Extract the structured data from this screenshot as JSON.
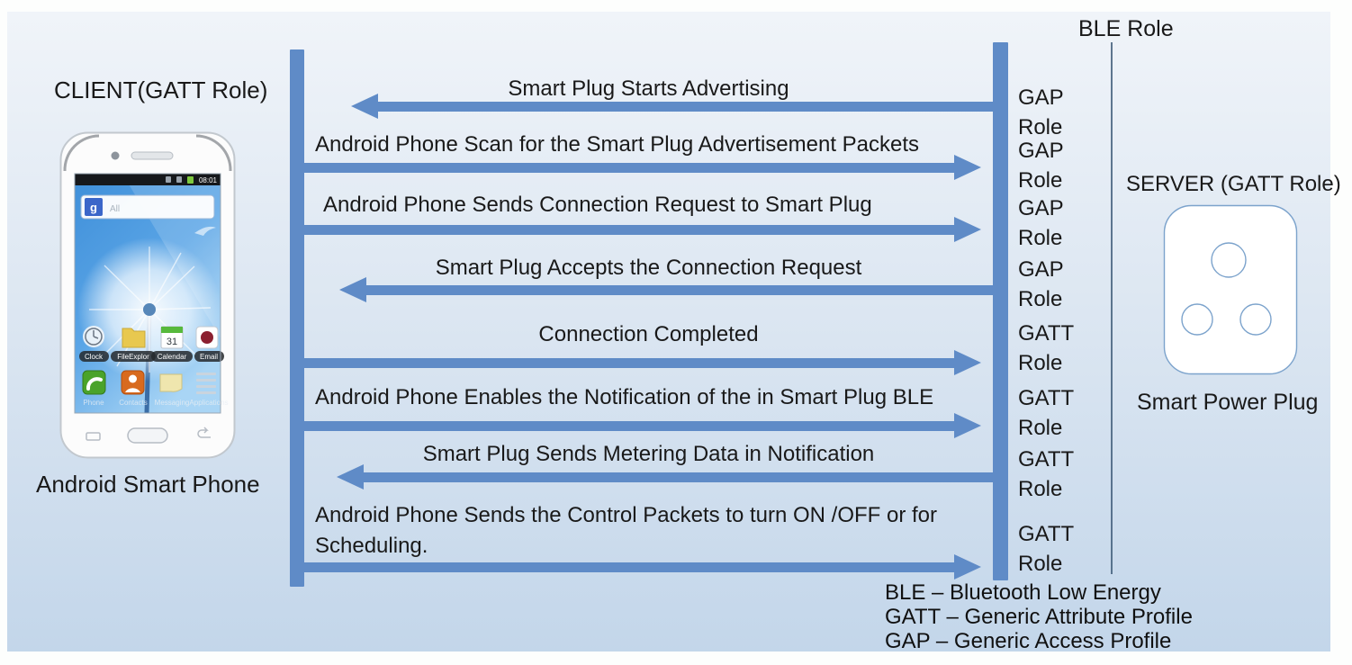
{
  "slide": {
    "client": {
      "title": "CLIENT(GATT Role)",
      "caption": "Android Smart Phone"
    },
    "server": {
      "title": "SERVER (GATT Role)",
      "caption": "Smart Power Plug"
    },
    "ble_role_label": "BLE Role",
    "messages": [
      {
        "text": "Smart Plug Starts Advertising",
        "direction": "left",
        "role": "GAP Role"
      },
      {
        "text": "Android Phone Scan for the Smart Plug Advertisement Packets",
        "direction": "right",
        "role": "GAP Role"
      },
      {
        "text": "Android Phone Sends Connection Request to Smart Plug",
        "direction": "right",
        "role": "GAP Role"
      },
      {
        "text": "Smart Plug Accepts the Connection Request",
        "direction": "left",
        "role": "GAP Role"
      },
      {
        "text": "Connection Completed",
        "direction": "right",
        "role": "GATT Role"
      },
      {
        "text": "Android Phone Enables the Notification of the in Smart Plug BLE",
        "direction": "right",
        "role": "GATT Role"
      },
      {
        "text": "Smart Plug Sends Metering Data in Notification",
        "direction": "left",
        "role": "GATT Role"
      },
      {
        "text": "Android Phone Sends the Control Packets to turn ON /OFF or for Scheduling.",
        "direction": "right",
        "role": "GATT Role"
      }
    ],
    "legend": {
      "lines": [
        "BLE – Bluetooth Low Energy",
        "GATT – Generic Attribute Profile",
        "GAP – Generic Access Profile"
      ]
    },
    "phone": {
      "status_time": "08:01",
      "search_label": "All",
      "app_row1": [
        "Clock",
        "FileExplor",
        "Calendar",
        "Email"
      ],
      "app_row2": [
        "Phone",
        "Contacts",
        "Messaging",
        "Applications"
      ]
    },
    "colors": {
      "arrow_blue": "#5f8bc7",
      "slide_top": "#f0f4f9",
      "slide_bottom": "#c3d6ea",
      "divider": "#44607c"
    }
  }
}
